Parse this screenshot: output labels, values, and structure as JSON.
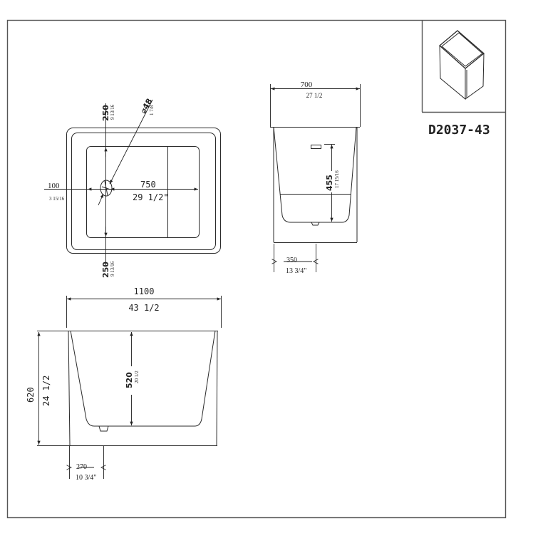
{
  "title_block": {
    "model_code": "D2037-43",
    "thumbnail": "isometric-box-icon"
  },
  "top_view": {
    "drain_offset_top": {
      "mm": "250",
      "inch": "9 13/16"
    },
    "drain_offset_bottom": {
      "mm": "250",
      "inch": "9 13/16"
    },
    "drain_offset_left": {
      "mm": "100",
      "inch": "3 15/16"
    },
    "drain_diameter": {
      "mm": "⌀48",
      "inch": "1 7/8"
    },
    "interior_length": {
      "mm": "750",
      "inch": "29 1/2\""
    }
  },
  "side_view": {
    "width": {
      "mm": "700",
      "inch": "27 1/2"
    },
    "overflow_height": {
      "mm": "455",
      "inch": "17 15/16"
    },
    "drain_offset": {
      "mm": "350",
      "inch": "13 3/4\""
    }
  },
  "front_view": {
    "length": {
      "mm": "1100",
      "inch": "43 1/2"
    },
    "height": {
      "mm": "620",
      "inch": "24 1/2"
    },
    "depth": {
      "mm": "520",
      "inch": "20 1/2"
    },
    "drain_offset": {
      "mm": "270",
      "inch": "10 3/4\""
    }
  }
}
